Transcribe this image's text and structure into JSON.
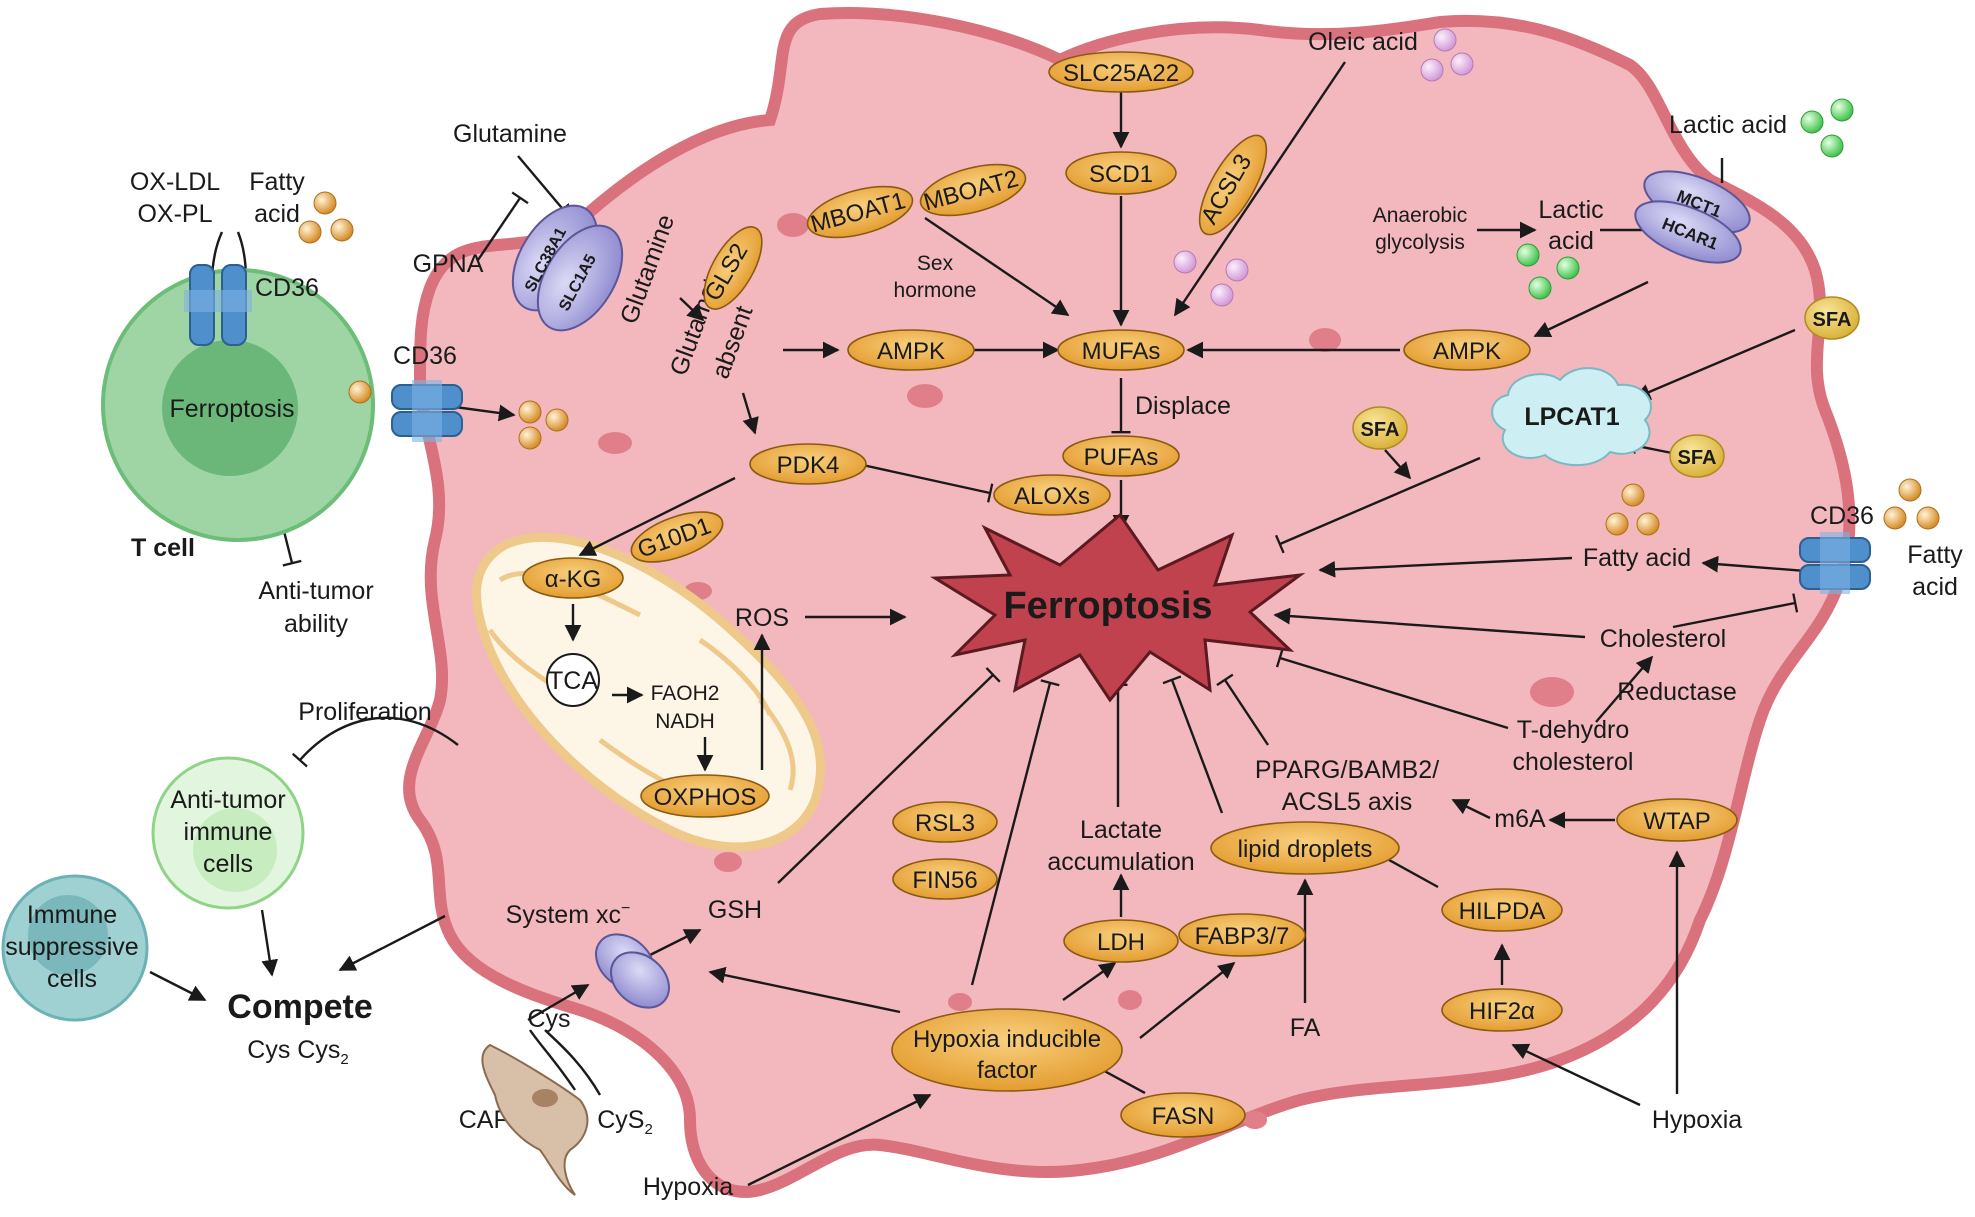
{
  "colors": {
    "cell_fill": "#f2b8bd",
    "cell_border": "#d9727c",
    "enzyme_fill": "#f0a93e",
    "center_burst": "#c0424e",
    "t_cell": "#8fcf98",
    "immune_cells": "#c6ecc0",
    "suppressive_cells": "#8cc6c8",
    "transporter_blue": "#4f8fcc",
    "transporter_purple": "#a9a6df",
    "sfa_yellow": "#e8c64a",
    "lpcat_cloud": "#cdeef2"
  },
  "center": {
    "label": "Ferroptosis"
  },
  "tcell": {
    "inner_label": "Ferroptosis",
    "caption": "T cell",
    "cd36": "CD36",
    "oxldl": "OX-LDL",
    "oxpl": "OX-PL",
    "fatty_a": "Fatty",
    "fatty_b": "acid",
    "anti_a": "Anti-tumor",
    "anti_b": "ability"
  },
  "left": {
    "cd36": "CD36",
    "proliferation": "Proliferation",
    "immune_a": "Anti-tumor",
    "immune_b": "immune",
    "immune_c": "cells",
    "supp_a": "Immune",
    "supp_b": "suppressive",
    "supp_c": "cells",
    "compete": "Compete",
    "cys_pair": "Cys   Cys",
    "cys2_sub": "2"
  },
  "glutamine": {
    "glutamine_top": "Glutamine",
    "gpna": "GPNA",
    "slc38a1": "SLC38A1",
    "slc1a5": "SLC1A5",
    "glutamine_in": "Glutamine",
    "gls2": "GLS2",
    "glutamate": "Glutamate",
    "absent": "absent"
  },
  "enzymes": {
    "ampk_left": "AMPK",
    "ampk_right": "AMPK",
    "mufas": "MUFAs",
    "pufas": "PUFAs",
    "pdk4": "PDK4",
    "aloxs": "ALOXs",
    "g10d1": "G10D1",
    "mboat1": "MBOAT1",
    "mboat2": "MBOAT2",
    "slc25a22": "SLC25A22",
    "scd1": "SCD1",
    "acsl3": "ACSL3",
    "rsl3": "RSL3",
    "fin56": "FIN56",
    "ldh": "LDH",
    "fabp": "FABP3/7",
    "hif": "Hypoxia inducible",
    "hif_b": "factor",
    "fasn": "FASN",
    "hilpda": "HILPDA",
    "hif2a": "HIF2α",
    "wtap": "WTAP",
    "lipid": "lipid droplets"
  },
  "mito": {
    "akg": "α-KG",
    "tca": "TCA",
    "faoh2": "FAOH2",
    "nadh": "NADH",
    "oxphos": "OXPHOS",
    "ros": "ROS"
  },
  "texts": {
    "sex_a": "Sex",
    "sex_b": "hormone",
    "displace": "Displace",
    "oleic": "Oleic acid",
    "lactic_top": "Lactic acid",
    "anaerobic_a": "Anaerobic",
    "anaerobic_b": "glycolysis",
    "lactic_a": "Lactic",
    "lactic_b": "acid",
    "mct1": "MCT1",
    "hcar1": "HCAR1",
    "sfa": "SFA",
    "lpcat1": "LPCAT1",
    "cd36_right": "CD36",
    "fatty_in": "Fatty acid",
    "fatty_out_a": "Fatty",
    "fatty_out_b": "acid",
    "cholesterol": "Cholesterol",
    "reductase": "Reductase",
    "tdehydro_a": "T-dehydro",
    "tdehydro_b": "cholesterol",
    "pparg_a": "PPARG/BAMB2/",
    "pparg_b": "ACSL5 axis",
    "m6a": "m6A",
    "lactate_a": "Lactate",
    "lactate_b": "accumulation",
    "fa": "FA",
    "hypoxia_right": "Hypoxia",
    "hypoxia_bottom": "Hypoxia",
    "system_xc": "System xc",
    "system_sup": "−",
    "gsh": "GSH",
    "cys": "Cys",
    "cafs": "CAFs",
    "cys2": "CyS",
    "cys2_sub": "2"
  }
}
